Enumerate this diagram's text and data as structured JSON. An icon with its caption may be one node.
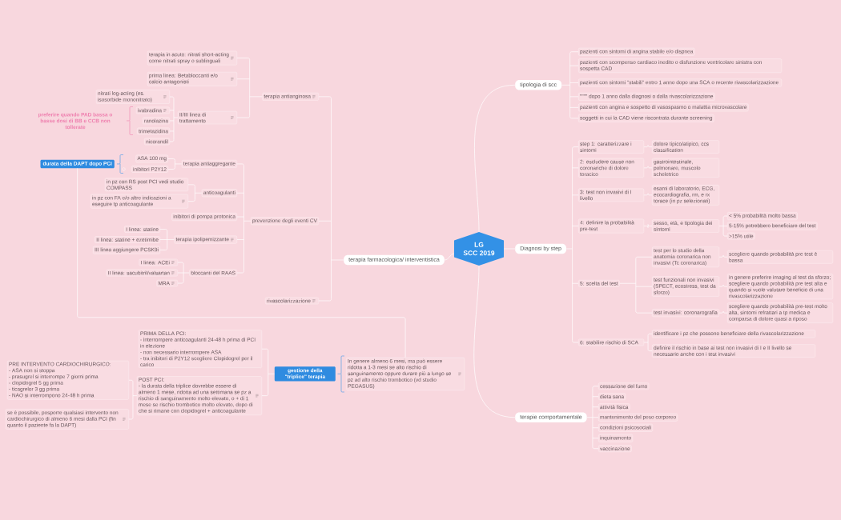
{
  "diagram": {
    "nodes": [
      {
        "text": [
          "LG",
          "SCC 2019"
        ]
      },
      {
        "text": [
          "tipologia di scc"
        ]
      },
      {
        "text": [
          "pazienti con sintomi di angina stabile e/o dispnea"
        ]
      },
      {
        "text": [
          "pazienti con scompenso cardiaco inedito o disfunzione ventricolare sinistra con sospetta CAD"
        ]
      },
      {
        "text": [
          "pazienti con sintomi \"stabili\" entro 1 anno dopo una SCA o recente rivascolarizzazione"
        ]
      },
      {
        "text": [
          "\"\"\"\" dopo 1 anno dalla diagnosi o dalla rivascolarizzazione"
        ]
      },
      {
        "text": [
          "pazienti con angina e sospetto di vasospasmo o malattia microvascolare"
        ]
      },
      {
        "text": [
          "soggetti in cui la CAD viene riscontrata durante screening"
        ]
      },
      {
        "text": [
          "Diagnosi by step"
        ]
      },
      {
        "text": [
          "step 1: caratterizzare i sintomi"
        ]
      },
      {
        "text": [
          "dolore tipico/atipico, ccs classification"
        ]
      },
      {
        "text": [
          "2: escludere cause non coronariche di dolore toracico"
        ]
      },
      {
        "text": [
          "gastrointestinale, polmonare, muscolo scheletrico"
        ]
      },
      {
        "text": [
          "3: test non invasivi di I livello"
        ]
      },
      {
        "text": [
          "esami di laboratorio, ECG, ecocardiografia, rm, e rx torace (in pz selezionati)"
        ]
      },
      {
        "text": [
          "4: definire la probabilità pre-test"
        ]
      },
      {
        "text": [
          "sesso, età, e tipologia dei sintomi"
        ]
      },
      {
        "text": [
          "< 5% probabilità molto bassa"
        ]
      },
      {
        "text": [
          "5-15% potrebbero beneficiare del test"
        ]
      },
      {
        "text": [
          ">15% utile"
        ]
      },
      {
        "text": [
          "5: scelta del test"
        ]
      },
      {
        "text": [
          "test per lo studio della anatomia coronarica non invasivi (Tc coronarica)"
        ]
      },
      {
        "text": [
          "scegliere quando probabilità pre test è bassa"
        ]
      },
      {
        "text": [
          "test funzionali non invasivi (SPECT, ecostress, test da sforzo)"
        ]
      },
      {
        "text": [
          "in genere preferire imaging al test da sforzo; scegliere quando probabilità pre test alta e quando si vuole valutare beneficio di una rivascolarizzazione"
        ]
      },
      {
        "text": [
          "test invasivi: coronarografia"
        ]
      },
      {
        "text": [
          "scegliere quando probabilità pre-test molto alta, sintomi refrattari a tp medica e comparsa di dolore quasi a riposo"
        ]
      },
      {
        "text": [
          "6: stabilire rischio di SCA"
        ]
      },
      {
        "text": [
          "identificare i pz che possono beneficiare della rivascolarizzazione"
        ]
      },
      {
        "text": [
          "definire il rischio in base ai test non invasivi di I e II livello se necessario anche con i test invasivi"
        ]
      },
      {
        "text": [
          "terapie comportamentale"
        ]
      },
      {
        "text": [
          "cessazione del fumo"
        ]
      },
      {
        "text": [
          "dieta sana"
        ]
      },
      {
        "text": [
          "attività fisica"
        ]
      },
      {
        "text": [
          "mantenimento del peso corporeo"
        ]
      },
      {
        "text": [
          "condizioni psicosociali"
        ]
      },
      {
        "text": [
          "inquinamento"
        ]
      },
      {
        "text": [
          "vaccinazione"
        ]
      },
      {
        "text": [
          "terapia farmacologica/ interventistica"
        ]
      },
      {
        "text": [
          "terapia antianginosa"
        ]
      },
      {
        "text": [
          "terapia in acuto: nitrati short-acting come nitrati spray o sublinguali"
        ]
      },
      {
        "text": [
          "prima linea: Betabloccanti e/o calcio antagonisti"
        ]
      },
      {
        "text": [
          "II/III linea di trattamento"
        ]
      },
      {
        "text": [
          "nitrati log-acting (es. isosorbide mononitrato)"
        ]
      },
      {
        "text": [
          "ivabradina"
        ]
      },
      {
        "text": [
          "ranolazina"
        ]
      },
      {
        "text": [
          "trimetazidina"
        ]
      },
      {
        "text": [
          "nicorandil"
        ]
      },
      {
        "text": [
          "preferire quando PAD bassa o basse dosi di BB e CCB non tollerate"
        ]
      },
      {
        "text": [
          "prevenzione degli eventi CV"
        ]
      },
      {
        "text": [
          "terapia antiaggregante"
        ]
      },
      {
        "text": [
          "ASA 100 mg"
        ]
      },
      {
        "text": [
          "inibitori P2Y12"
        ]
      },
      {
        "text": [
          "durata della DAPT dopo PCI"
        ]
      },
      {
        "text": [
          "In genere almeno 6 mesi, ma può essere ridotta a 1-3 mesi se alto rischio di sanguinamento oppure durare più a lungo se pz ad alto rischio trombotico (vd studio PEGASUS)"
        ]
      },
      {
        "text": [
          "gestione della \"triplice\" terapia"
        ]
      },
      {
        "text": [
          "PRIMA DELLA PCI:",
          "- interrompere anticoagulanti 24-48 h prima di PCI in elezione",
          "- non necessario interrompere ASA",
          "- tra inibitori di P2Y12 scegliere Clopidogrel per il carico"
        ]
      },
      {
        "text": [
          "POST PCI:",
          "- la durata della triplice dovrebbe essere di almeno 1 mese, ridotta ad una settimana se pz a rischio di sanguinamento molto elevato, o + di 1 mese se rischio trombotico molto elevato, dopo di che si rimane con clopidogrel + anticoagulante"
        ]
      },
      {
        "text": [
          "PRE INTERVENTO CARDIOCHIRURGICO:",
          "- ASA non si stoppa",
          "- prasugrel si interrompe 7 giorni prima",
          "- clopidogrel 5 gg prima",
          "- ticagrelor 3 gg prima",
          "- NAO si interrompono 24-48 h prima"
        ]
      },
      {
        "text": [
          "se è possibile, posporre qualsiasi intervento non cardiochirurgico di almeno 6 mesi dalla PCI (fin quanto il paziente fa la DAPT)"
        ]
      },
      {
        "text": [
          "anticoagulanti"
        ]
      },
      {
        "text": [
          "in pz con RS post PCI vedi studio COMPASS"
        ]
      },
      {
        "text": [
          "in pz con FA e/o altre indicazioni a eseguire tp anticoagulante"
        ]
      },
      {
        "text": [
          "inibitori di pompa protonica"
        ]
      },
      {
        "text": [
          "terapia ipolipemizzante"
        ]
      },
      {
        "text": [
          "I linea: statine"
        ]
      },
      {
        "text": [
          "II linea: statine + ezetimibe"
        ]
      },
      {
        "text": [
          "III linea aggiungere PCSK9i"
        ]
      },
      {
        "text": [
          "bloccanti del RAAS"
        ]
      },
      {
        "text": [
          "I linea: ACEi"
        ]
      },
      {
        "text": [
          "II linea: sacubitril/valsartan"
        ]
      },
      {
        "text": [
          "MRA"
        ]
      },
      {
        "text": [
          "rivascolarizzazione"
        ]
      }
    ],
    "edges": [
      {
        "from": 0,
        "to": 1,
        "arrow": "none"
      },
      {
        "from": 0,
        "to": 8,
        "arrow": "none"
      },
      {
        "from": 0,
        "to": 30,
        "arrow": "none"
      },
      {
        "from": 0,
        "to": 38,
        "arrow": "none"
      },
      {
        "from": 1,
        "to": 2,
        "arrow": "none"
      },
      {
        "from": 1,
        "to": 3,
        "arrow": "none"
      },
      {
        "from": 1,
        "to": 4,
        "arrow": "none"
      },
      {
        "from": 1,
        "to": 5,
        "arrow": "none"
      },
      {
        "from": 1,
        "to": 6,
        "arrow": "none"
      },
      {
        "from": 1,
        "to": 7,
        "arrow": "none"
      },
      {
        "from": 8,
        "to": 9,
        "arrow": "none"
      },
      {
        "from": 8,
        "to": 11,
        "arrow": "none"
      },
      {
        "from": 8,
        "to": 13,
        "arrow": "none"
      },
      {
        "from": 8,
        "to": 15,
        "arrow": "none"
      },
      {
        "from": 8,
        "to": 20,
        "arrow": "none"
      },
      {
        "from": 8,
        "to": 27,
        "arrow": "none"
      },
      {
        "from": 9,
        "to": 10,
        "arrow": "none"
      },
      {
        "from": 11,
        "to": 12,
        "arrow": "none"
      },
      {
        "from": 13,
        "to": 14,
        "arrow": "none"
      },
      {
        "from": 15,
        "to": 16,
        "arrow": "none"
      },
      {
        "from": 16,
        "to": 17,
        "arrow": "none"
      },
      {
        "from": 16,
        "to": 18,
        "arrow": "none"
      },
      {
        "from": 16,
        "to": 19,
        "arrow": "none"
      },
      {
        "from": 20,
        "to": 21,
        "arrow": "none"
      },
      {
        "from": 20,
        "to": 23,
        "arrow": "none"
      },
      {
        "from": 20,
        "to": 25,
        "arrow": "none"
      },
      {
        "from": 21,
        "to": 22,
        "arrow": "none"
      },
      {
        "from": 23,
        "to": 24,
        "arrow": "none"
      },
      {
        "from": 25,
        "to": 26,
        "arrow": "none"
      },
      {
        "from": 27,
        "to": 28,
        "arrow": "none"
      },
      {
        "from": 27,
        "to": 29,
        "arrow": "none"
      },
      {
        "from": 30,
        "to": 31,
        "arrow": "none"
      },
      {
        "from": 30,
        "to": 32,
        "arrow": "none"
      },
      {
        "from": 30,
        "to": 33,
        "arrow": "none"
      },
      {
        "from": 30,
        "to": 34,
        "arrow": "none"
      },
      {
        "from": 30,
        "to": 35,
        "arrow": "none"
      },
      {
        "from": 30,
        "to": 36,
        "arrow": "none"
      },
      {
        "from": 30,
        "to": 37,
        "arrow": "none"
      },
      {
        "from": 38,
        "to": 39,
        "arrow": "none"
      },
      {
        "from": 38,
        "to": 49,
        "arrow": "none"
      },
      {
        "from": 38,
        "to": 72,
        "arrow": "none"
      },
      {
        "from": 39,
        "to": 40,
        "arrow": "none"
      },
      {
        "from": 39,
        "to": 41,
        "arrow": "none"
      },
      {
        "from": 39,
        "to": 42,
        "arrow": "none"
      },
      {
        "from": 42,
        "to": 43,
        "arrow": "none"
      },
      {
        "from": 42,
        "to": 44,
        "arrow": "none"
      },
      {
        "from": 42,
        "to": 45,
        "arrow": "none"
      },
      {
        "from": 42,
        "to": 46,
        "arrow": "none"
      },
      {
        "from": 42,
        "to": 47,
        "arrow": "none"
      },
      {
        "from": 49,
        "to": 50,
        "arrow": "none"
      },
      {
        "from": 49,
        "to": 60,
        "arrow": "none"
      },
      {
        "from": 49,
        "to": 63,
        "arrow": "none"
      },
      {
        "from": 49,
        "to": 64,
        "arrow": "none"
      },
      {
        "from": 49,
        "to": 68,
        "arrow": "none"
      },
      {
        "from": 50,
        "to": 51,
        "arrow": "none"
      },
      {
        "from": 50,
        "to": 52,
        "arrow": "none"
      },
      {
        "from": 53,
        "to": 54,
        "arrow": "none"
      },
      {
        "from": 55,
        "to": 56,
        "arrow": "none"
      },
      {
        "from": 55,
        "to": 57,
        "arrow": "none"
      },
      {
        "from": 57,
        "to": 58,
        "arrow": "none"
      },
      {
        "from": 57,
        "to": 59,
        "arrow": "none"
      },
      {
        "from": 60,
        "to": 61,
        "arrow": "none"
      },
      {
        "from": 60,
        "to": 62,
        "arrow": "none"
      },
      {
        "from": 64,
        "to": 65,
        "arrow": "none"
      },
      {
        "from": 64,
        "to": 66,
        "arrow": "none"
      },
      {
        "from": 64,
        "to": 67,
        "arrow": "none"
      },
      {
        "from": 68,
        "to": 69,
        "arrow": "none"
      },
      {
        "from": 68,
        "to": 70,
        "arrow": "none"
      },
      {
        "from": 68,
        "to": 71,
        "arrow": "none"
      }
    ]
  }
}
